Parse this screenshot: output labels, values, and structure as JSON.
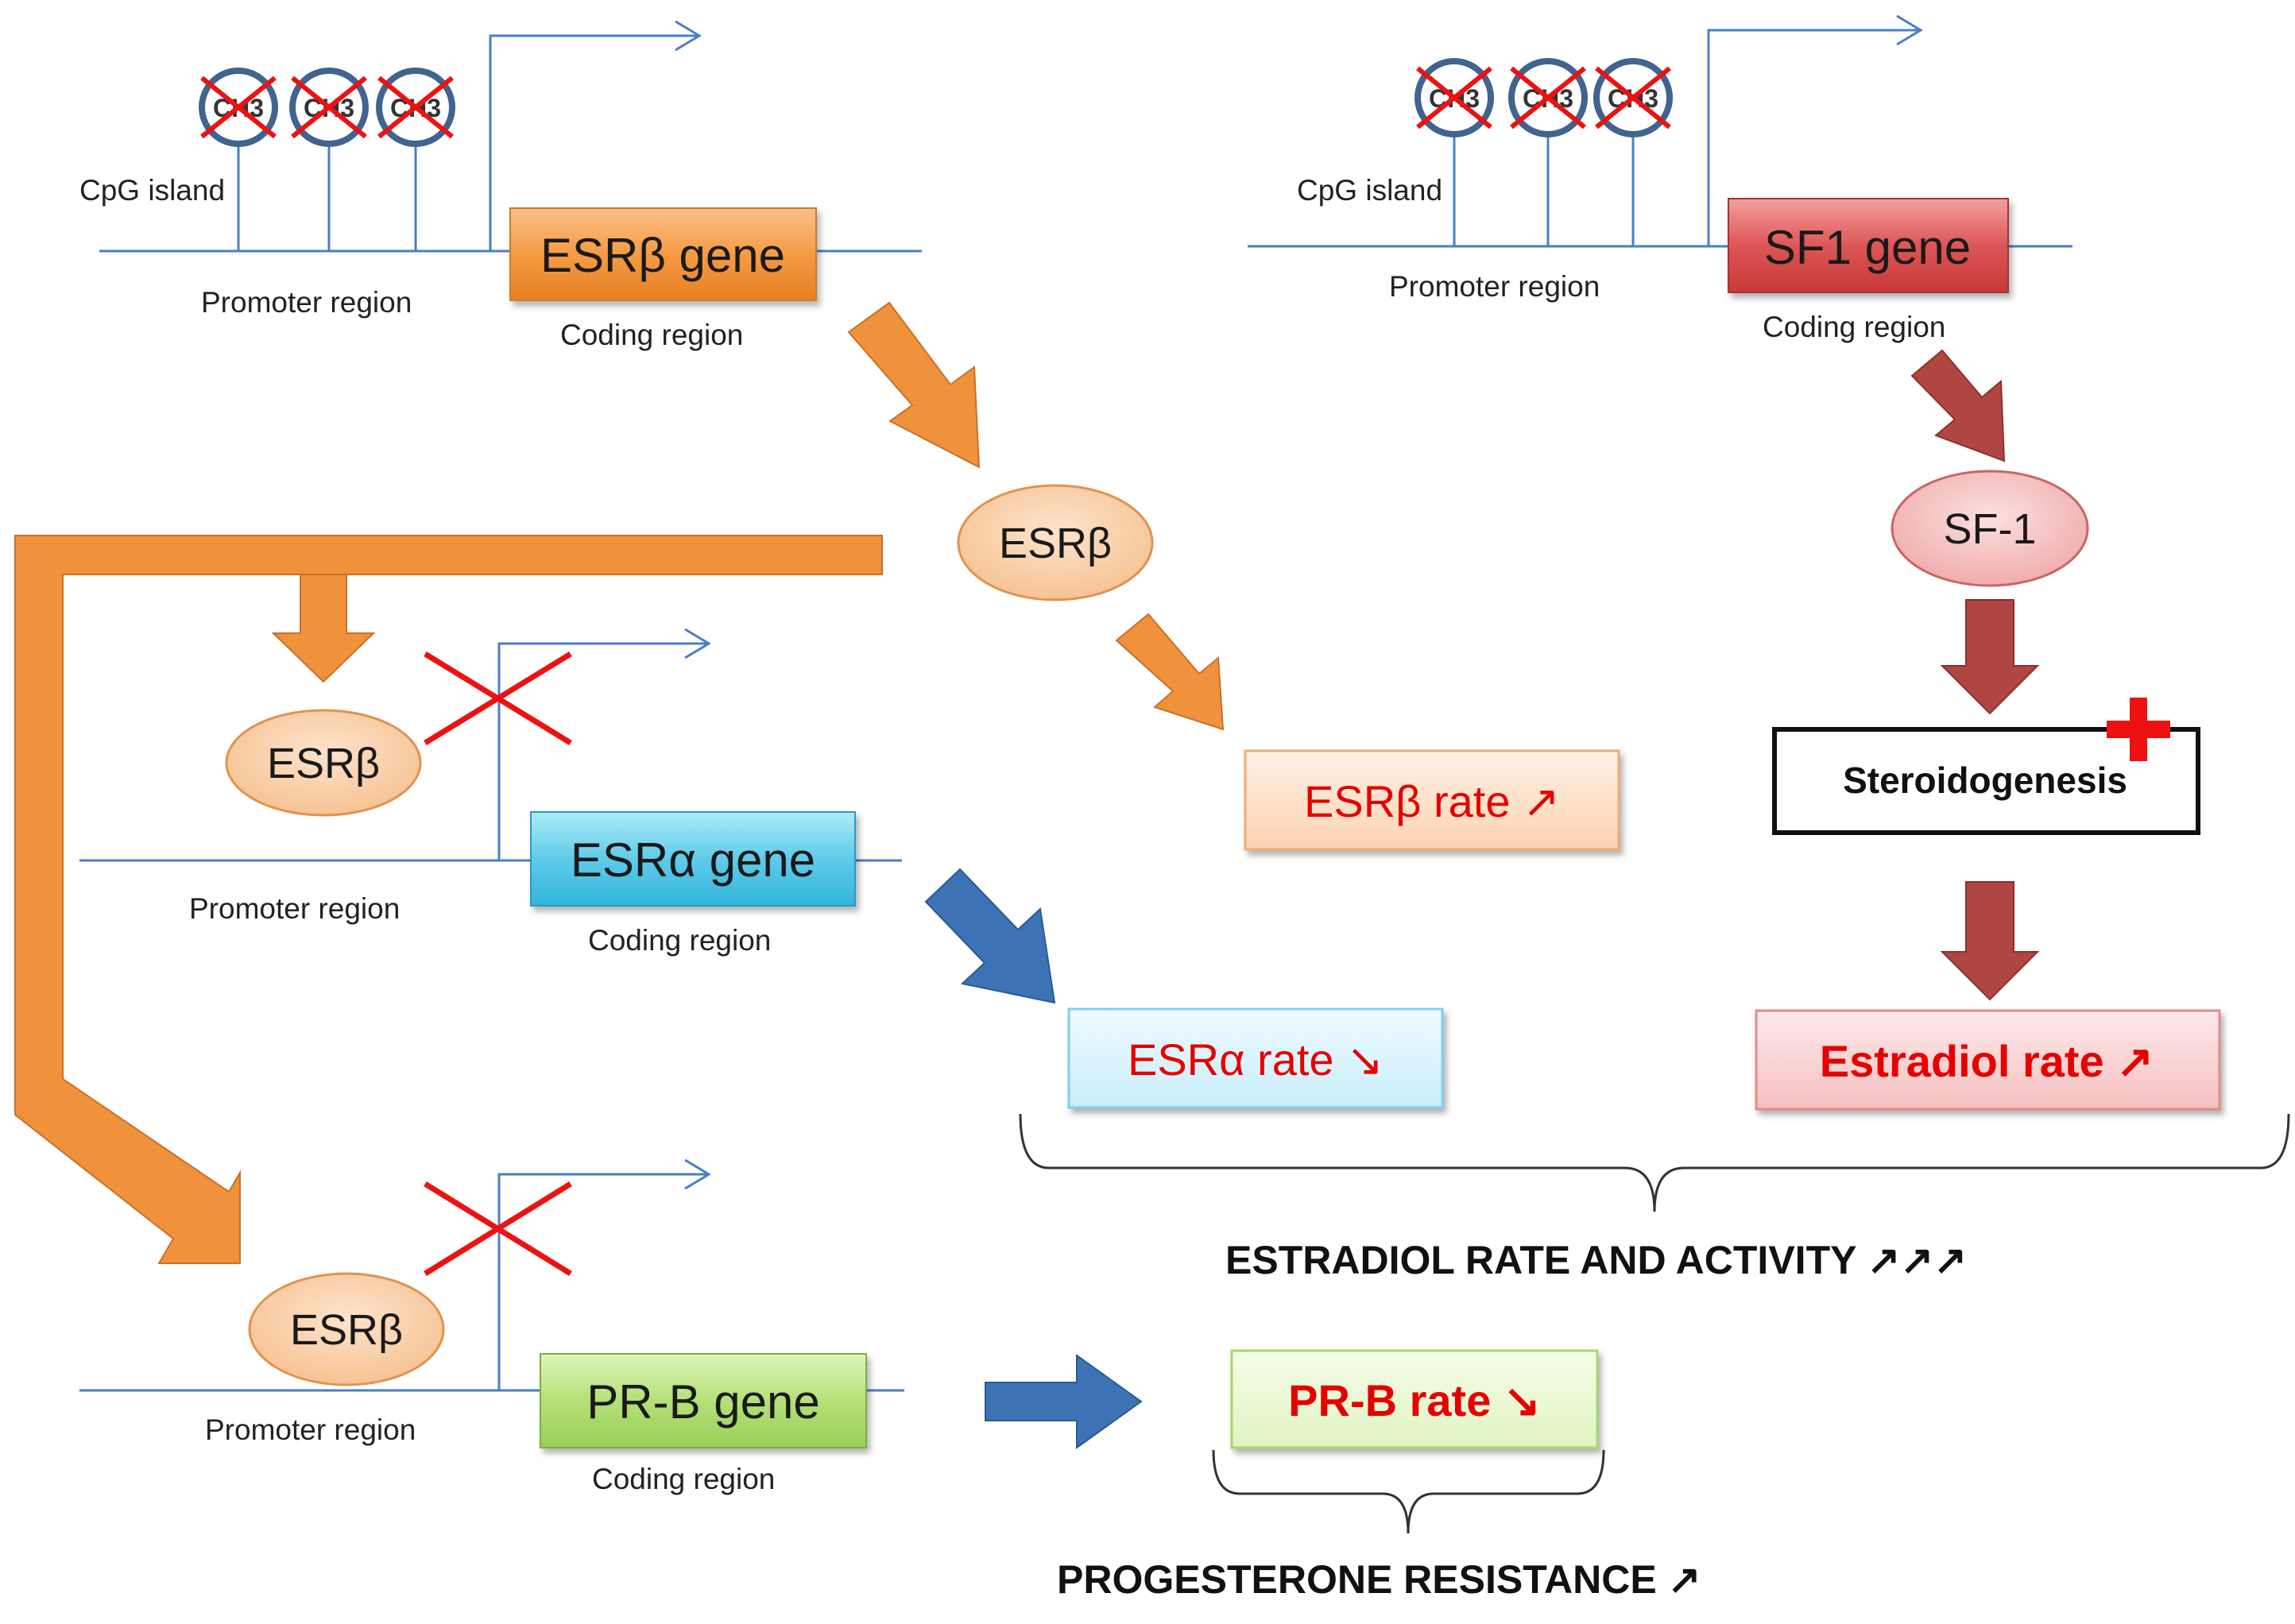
{
  "colors": {
    "line": "#4a7ec8",
    "orange_arrow": "#f0913c",
    "red_arrow": "#b04642",
    "blue_arrow": "#3d73b4",
    "cross": "#ee1111",
    "rate_text": "#e60000"
  },
  "labels": {
    "cpg_island": "CpG island",
    "promoter_region": "Promoter region",
    "coding_region": "Coding region",
    "ch3": "CH3"
  },
  "genes": {
    "esrb": "ESRβ gene",
    "sf1": "SF1 gene",
    "esra": "ESRα gene",
    "prb": "PR-B gene"
  },
  "proteins": {
    "esrb": "ESRβ",
    "sf1": "SF-1"
  },
  "process": {
    "steroidogenesis": "Steroidogenesis",
    "plus_icon": "red-plus-icon"
  },
  "rates": {
    "esrb": "ESRβ rate ↗",
    "esra": "ESRα rate ↘",
    "estradiol": "Estradiol rate ↗",
    "prb": "PR-B rate ↘"
  },
  "summaries": {
    "estradiol": "ESTRADIOL RATE AND ACTIVITY ↗↗↗",
    "progesterone": "PROGESTERONE RESISTANCE ↗"
  }
}
